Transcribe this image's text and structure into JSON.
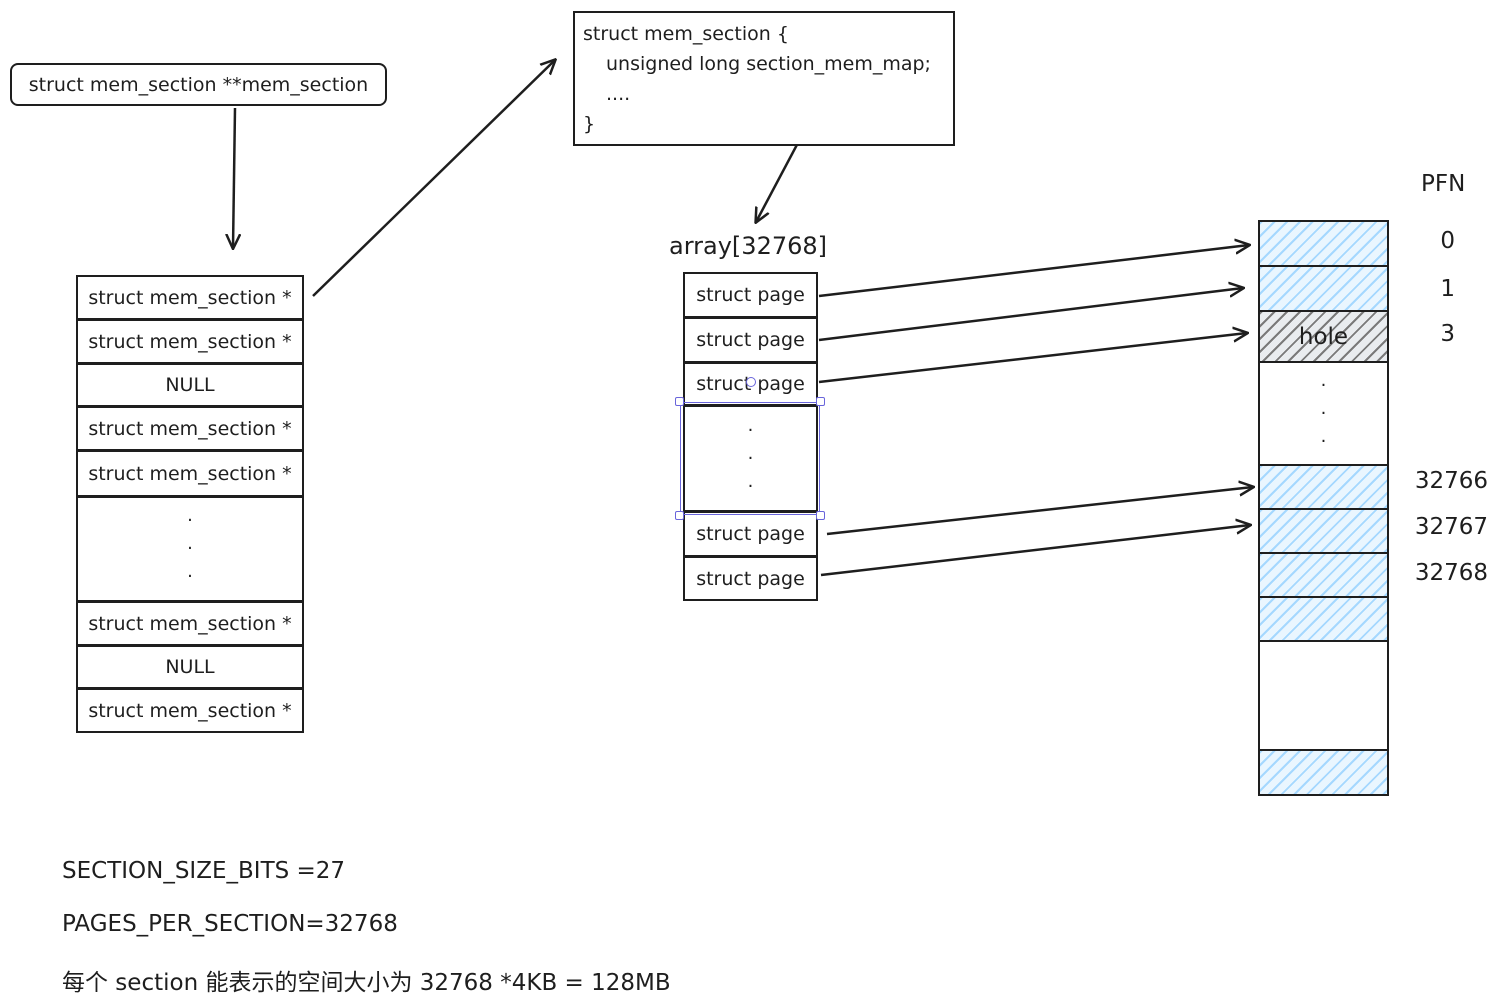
{
  "pointer_var": "struct mem_section **mem_section",
  "struct_def": {
    "lines": [
      "struct mem_section {",
      "unsigned long section_mem_map;",
      "....",
      "}"
    ]
  },
  "section_array": {
    "cells": [
      "struct mem_section *",
      "struct mem_section *",
      "NULL",
      "struct mem_section *",
      "struct mem_section *",
      "...",
      "struct mem_section *",
      "NULL",
      "struct mem_section *"
    ]
  },
  "page_array": {
    "label": "array[32768]",
    "cells": [
      "struct page",
      "struct page",
      "struct page",
      "...",
      "struct page",
      "struct page"
    ]
  },
  "pfn_column": {
    "header": "PFN",
    "hole_label": "hole",
    "numbers": [
      "0",
      "1",
      "3",
      "32766",
      "32767",
      "32768"
    ]
  },
  "notes": [
    "SECTION_SIZE_BITS =27",
    "PAGES_PER_SECTION=32768",
    "每个 section 能表示的空间大小为 32768 *4KB = 128MB"
  ],
  "colors": {
    "stroke": "#1e1e1e",
    "hatch_blue": "#a5d8ff",
    "hatch_gray": "#7a7a7a",
    "selection": "#6965db"
  }
}
